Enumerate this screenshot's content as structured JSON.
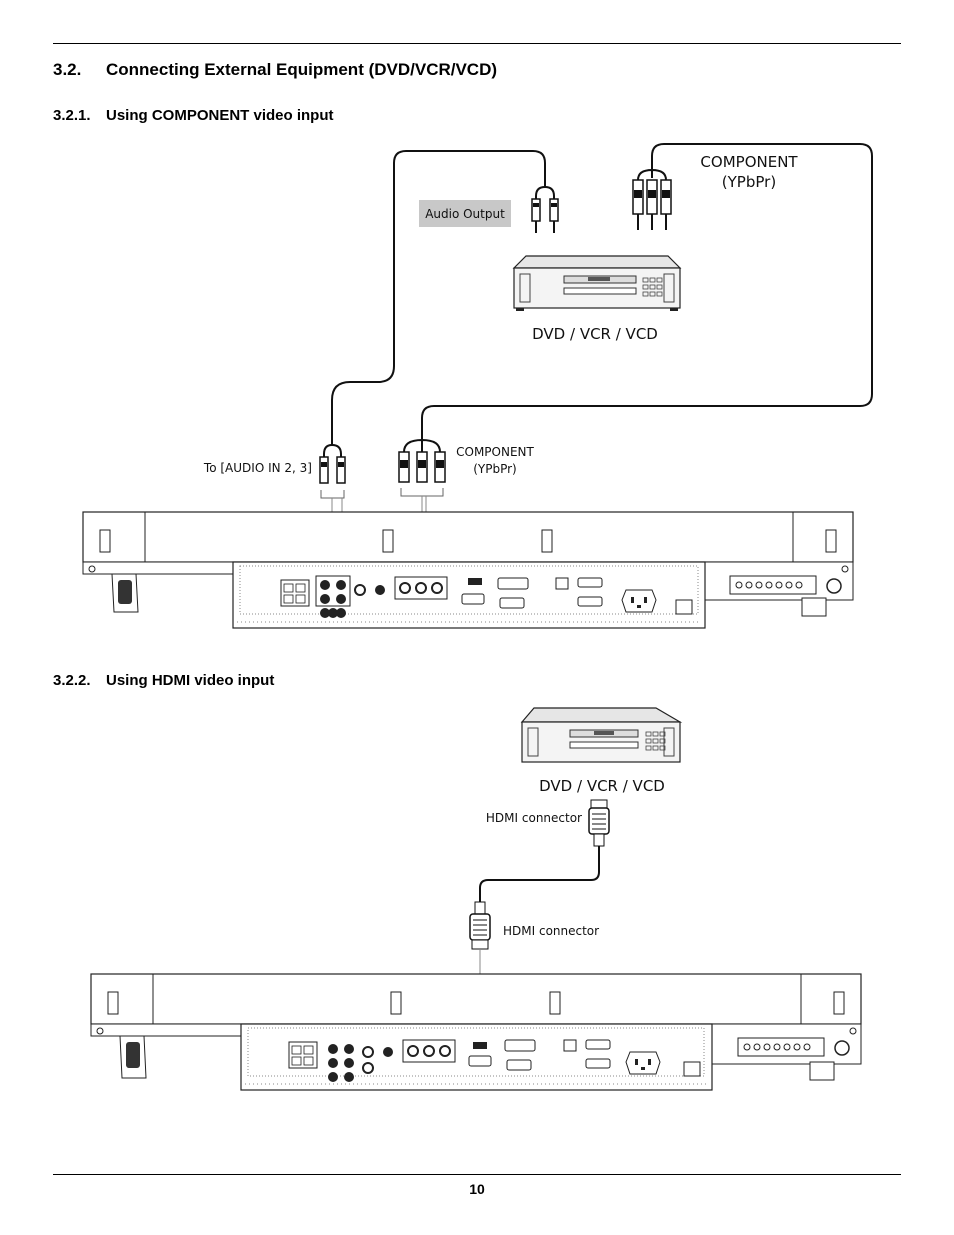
{
  "section": {
    "number": "3.2.",
    "title": "Connecting External Equipment (DVD/VCR/VCD)"
  },
  "component_section": {
    "number": "3.2.1.",
    "title": "Using COMPONENT video input",
    "labels": {
      "audio_output": "Audio Output",
      "component_top_line1": "COMPONENT",
      "component_top_line2": "(YPbPr)",
      "device": "DVD / VCR / VCD",
      "audio_in": "To [AUDIO IN 2, 3]",
      "component_bottom_line1": "COMPONENT",
      "component_bottom_line2": "(YPbPr)"
    }
  },
  "hdmi_section": {
    "number": "3.2.2.",
    "title": "Using HDMI video input",
    "labels": {
      "device": "DVD / VCR / VCD",
      "hdmi_connector_top": "HDMI connector",
      "hdmi_connector_bottom": "HDMI connector"
    }
  },
  "footer": {
    "page_number": "10"
  }
}
